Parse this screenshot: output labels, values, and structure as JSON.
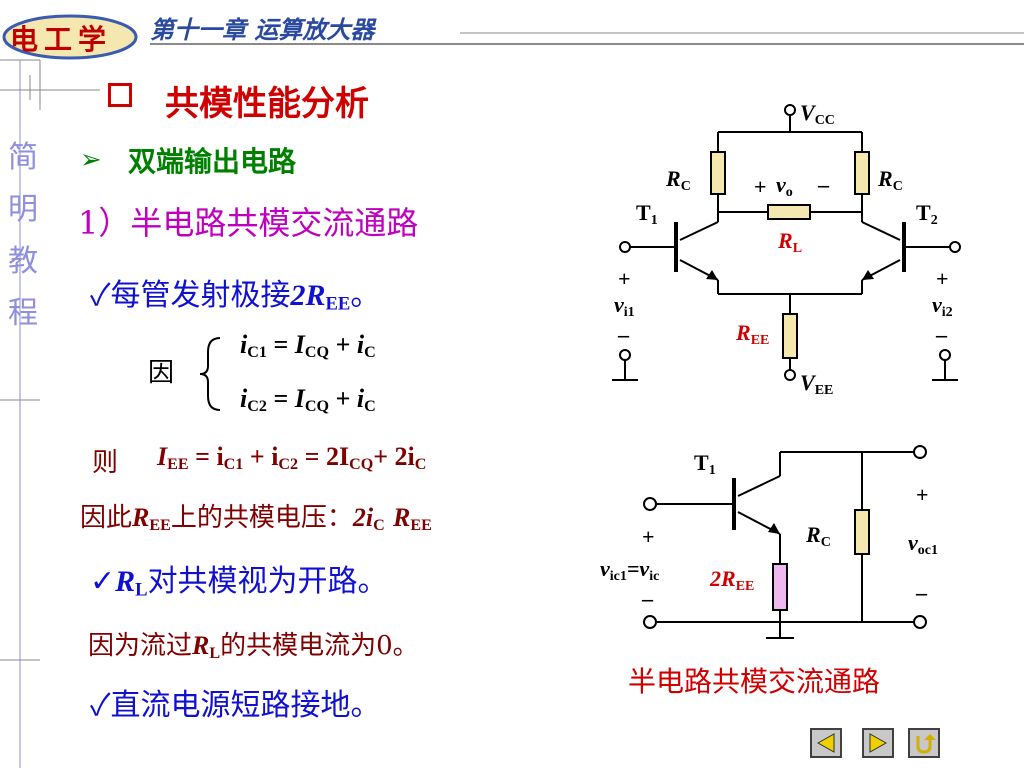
{
  "header": {
    "logo_text": "电工学",
    "chapter": "第十一章  运算放大器"
  },
  "side_label": "简明教程",
  "section_title": "共模性能分析",
  "subsection": "双端输出电路",
  "step1": "1）半电路共模交流通路",
  "point1": {
    "check": "✓",
    "text": "每管发射极接",
    "expr": "2R",
    "sub": "EE",
    "tail": "。"
  },
  "since_label": "因",
  "equations": {
    "eq1": {
      "l": "i",
      "ls": "C1",
      "eq": " = ",
      "m": "I",
      "ms": "CQ",
      "plus": " + ",
      "r": "i",
      "rs": "C"
    },
    "eq2": {
      "l": "i",
      "ls": "C2",
      "eq": " = ",
      "m": "I",
      "ms": "CQ",
      "plus": " + ",
      "r": "i",
      "rs": "C"
    }
  },
  "then_label": "则",
  "iee_eq": {
    "a": "I",
    "as": "EE",
    "b": " = i",
    "bs": "C1",
    "c": " + i",
    "cs": "C2",
    "d": " = 2I",
    "ds": "CQ",
    "e": "+ 2i",
    "es": "C"
  },
  "cm_voltage": {
    "pre": "因此",
    "r": "R",
    "rs": "EE",
    "mid": "上的共模电压：",
    "v": "2i",
    "vs": "C",
    "sp": " ",
    "r2": "R",
    "r2s": "EE"
  },
  "point2": {
    "check": "✓",
    "r": "R",
    "rs": "L",
    "text": "对共模视为开路。"
  },
  "note2": {
    "pre": "因为流过",
    "r": "R",
    "rs": "L",
    "post": "的共模电流为0。"
  },
  "point3": {
    "check": "✓",
    "text": "直流电源短路接地。"
  },
  "circuit1": {
    "vcc": "V",
    "vcc_sub": "CC",
    "vee": "V",
    "vee_sub": "EE",
    "rc": "R",
    "rc_sub": "C",
    "rl": "R",
    "rl_sub": "L",
    "ree": "R",
    "ree_sub": "EE",
    "vo": "v",
    "vo_sub": "o",
    "t1": "T",
    "t1_sub": "1",
    "t2": "T",
    "t2_sub": "2",
    "vi1": "v",
    "vi1_sub": "i1",
    "vi2": "v",
    "vi2_sub": "i2",
    "plus": "+",
    "minus": "–"
  },
  "circuit2": {
    "t1": "T",
    "t1_sub": "1",
    "rc": "R",
    "rc_sub": "C",
    "ree": "2R",
    "ree_sub": "EE",
    "vin": "v",
    "vin_sub": "ic1",
    "vin_eq": "=v",
    "vin_sub2": "ic",
    "vout": "v",
    "vout_sub": "oc1",
    "plus": "+",
    "minus": "–"
  },
  "caption2": "半电路共模交流通路",
  "nav": {
    "prev": "previous",
    "next": "next",
    "return": "return"
  },
  "colors": {
    "title": "#d00000",
    "blue": "#1010d0",
    "magenta": "#c000c0",
    "green": "#008000",
    "brown": "#800000",
    "resistor": "#f4e8b0",
    "resistor_pink": "#f0b8f0"
  }
}
